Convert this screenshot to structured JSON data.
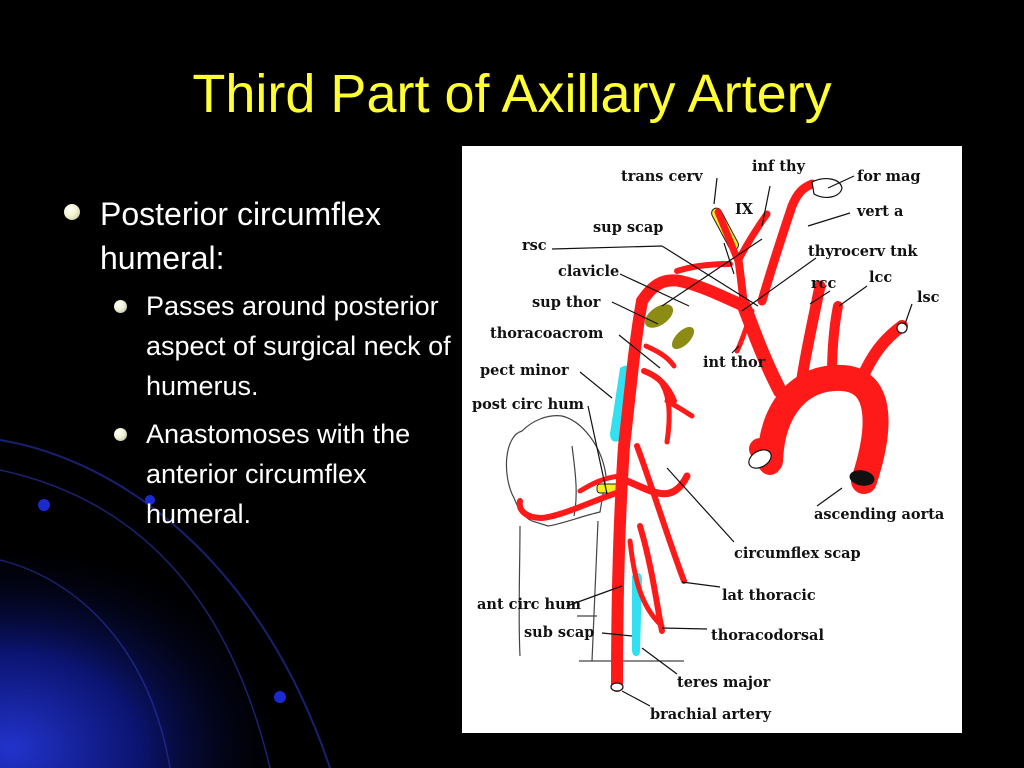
{
  "title": "Third Part of Axillary Artery",
  "bullets": {
    "main": "Posterior circumflex humeral:",
    "sub": [
      "Passes around posterior aspect of surgical neck of humerus.",
      "Anastomoses with the anterior circumflex humeral."
    ]
  },
  "diagram": {
    "labels": {
      "trans_cerv": "trans cerv",
      "inf_thy": "inf thy",
      "for_mag": "for mag",
      "ix": "IX",
      "vert_a": "vert a",
      "sup_scap": "sup scap",
      "rsc": "rsc",
      "thyrocerv_tnk": "thyrocerv tnk",
      "clavicle": "clavicle",
      "rcc": "rcc",
      "lcc": "lcc",
      "sup_thor": "sup thor",
      "lsc": "lsc",
      "thoracoacrom": "thoracoacrom",
      "int_thor": "int thor",
      "pect_minor": "pect minor",
      "post_circ_hum": "post circ hum",
      "ascending_aorta": "ascending aorta",
      "circumflex_scap": "circumflex scap",
      "lat_thoracic": "lat thoracic",
      "ant_circ_hum": "ant circ hum",
      "sub_scap": "sub scap",
      "thoracodorsal": "thoracodorsal",
      "teres_major": "teres major",
      "brachial_artery": "brachial artery"
    },
    "colors": {
      "artery": "#ff1a1a",
      "muscle": "#33e0ef",
      "nerve": "#f5f020",
      "clavicle": "#8c8c14"
    }
  }
}
